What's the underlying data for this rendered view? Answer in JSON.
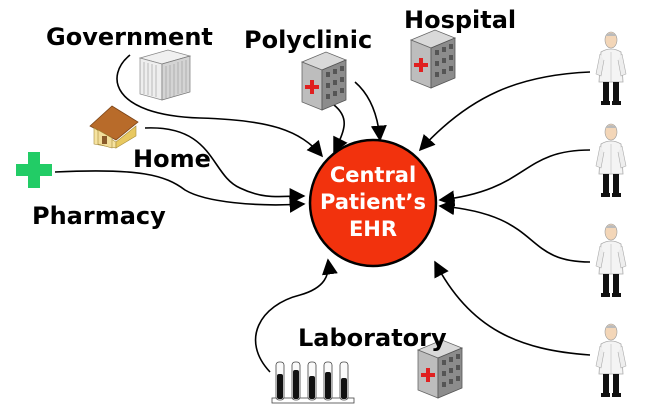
{
  "center": {
    "line1": "Central",
    "line2": "Patient’s",
    "line3": "EHR",
    "fill_color": "#f2320d",
    "stroke_color": "#000000"
  },
  "labels": {
    "government": "Government",
    "polyclinic": "Polyclinic",
    "hospital": "Hospital",
    "home": "Home",
    "pharmacy": "Pharmacy",
    "laboratory": "Laboratory"
  },
  "colors": {
    "pharmacy_cross": "#22cc66",
    "building_red_cross": "#e02020",
    "connector": "#000000"
  },
  "icons": {
    "government": "government-building-icon",
    "polyclinic": "clinic-building-icon",
    "hospital": "hospital-building-icon",
    "home": "house-icon",
    "pharmacy": "pharmacy-cross-icon",
    "laboratory": "test-tube-rack-icon",
    "doctor": "doctor-icon"
  }
}
